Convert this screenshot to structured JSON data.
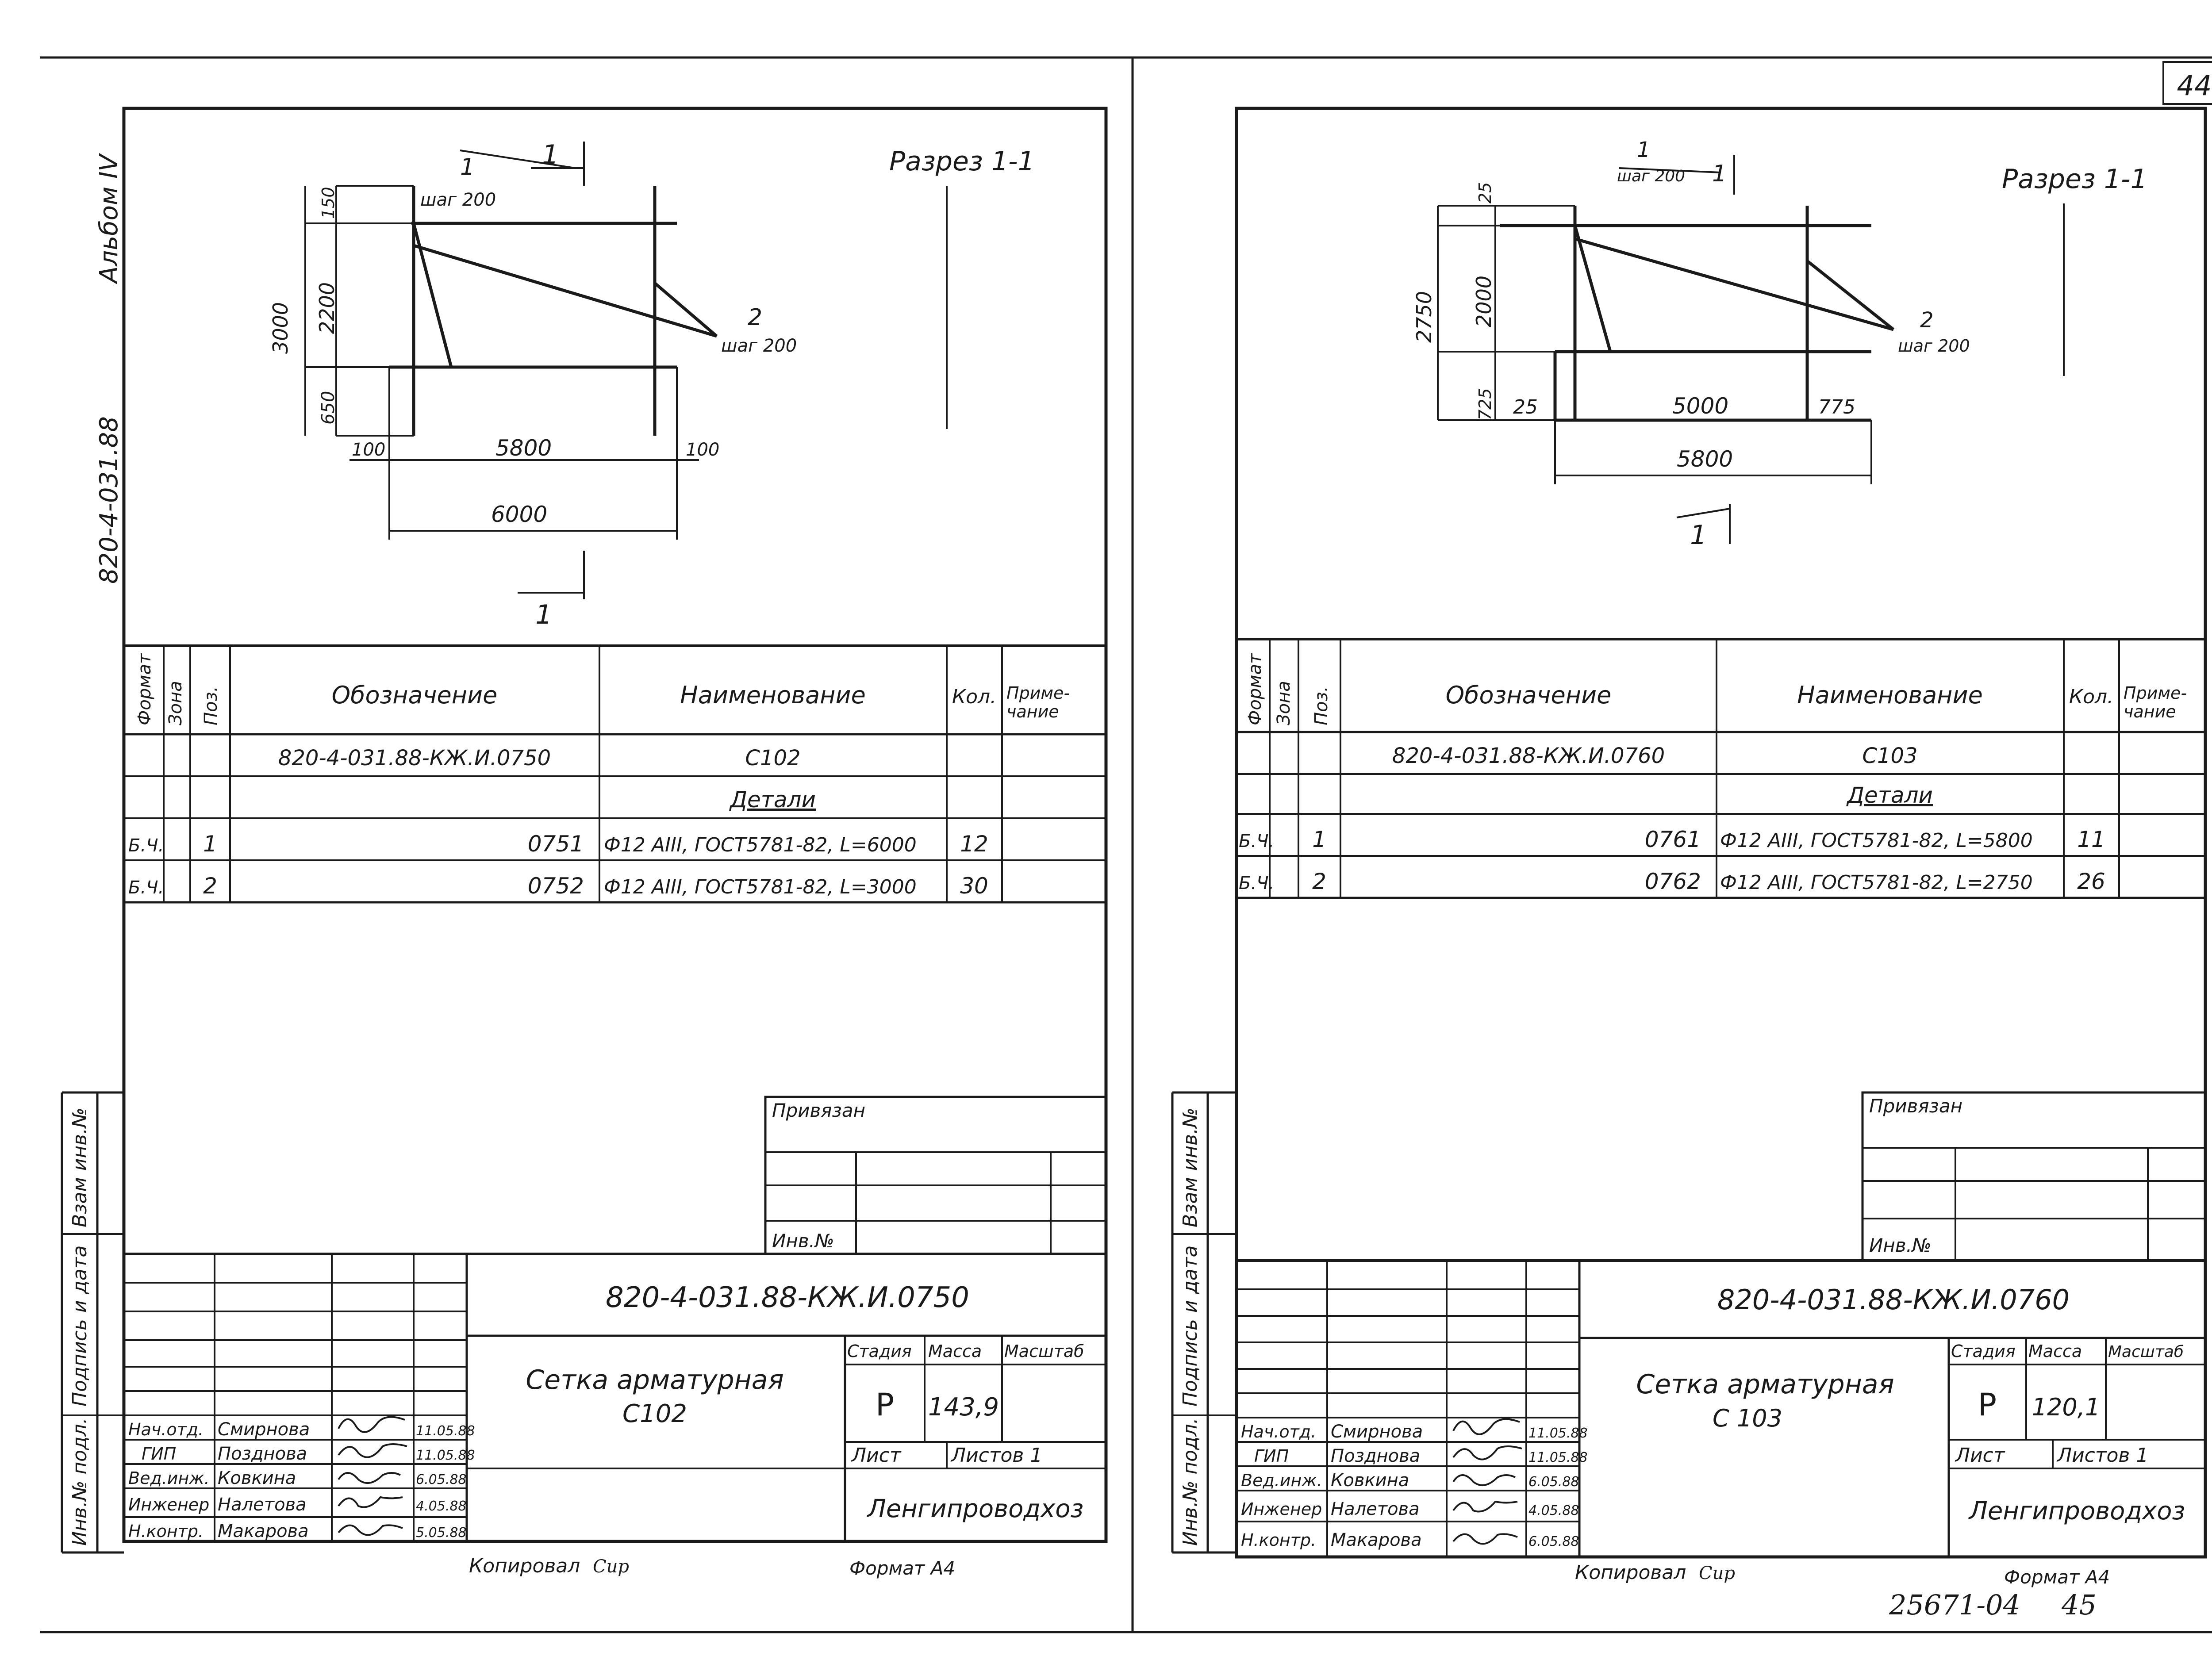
{
  "page": {
    "sheet_number": "44",
    "copied_by": "Копировал",
    "copied_sign": "Сир",
    "format": "Формат А4",
    "archive_code": "25671-04",
    "archive_page": "45",
    "album_label": "Альбом IV",
    "series_label": "820-4-031.88"
  },
  "spec_headers": {
    "format": "Формат",
    "zone": "Зона",
    "pos": "Поз.",
    "designation": "Обозначение",
    "name": "Наименование",
    "qty": "Кол.",
    "note": "Приме-\nчание"
  },
  "side_stamp": {
    "inv_no_orig": "Инв.№ подл.",
    "sign_date": "Подпись и дата",
    "vzam_inv": "Взам инв.№"
  },
  "stamp_roles": [
    "Нач.отд.",
    "ГИП",
    "Вед.инж.",
    "Инженер",
    "Н.контр."
  ],
  "stamp_labels": {
    "privyazan": "Привязан",
    "inv_no": "Инв.№",
    "stage": "Стадия",
    "mass": "Масса",
    "scale": "Масштаб",
    "sheet": "Лист",
    "sheets": "Листов 1",
    "org": "Ленгипроводхоз"
  },
  "sheets": [
    {
      "section_title": "Разрез 1-1",
      "section_mark": "1",
      "dims": {
        "v_total": "3000",
        "v_top": "150",
        "v_mid": "2200",
        "v_bot": "650",
        "h_left": "100",
        "h_mid": "5800",
        "h_right": "100",
        "h_total": "6000"
      },
      "callouts": [
        {
          "pos": "1",
          "step": "шаг 200"
        },
        {
          "pos": "2",
          "step": "шаг 200"
        }
      ],
      "spec_rows": [
        {
          "fmt": "",
          "zone": "",
          "pos": "",
          "designation": "820-4-031.88-КЖ.И.0750",
          "name": "С102",
          "qty": "",
          "note": ""
        },
        {
          "fmt": "",
          "zone": "",
          "pos": "",
          "designation": "",
          "name": "Детали",
          "qty": "",
          "note": ""
        },
        {
          "fmt": "Б.Ч.",
          "zone": "",
          "pos": "1",
          "designation": "0751",
          "name": "Ф12 АIII, ГОСТ5781-82, L=6000",
          "qty": "12",
          "note": ""
        },
        {
          "fmt": "Б.Ч.",
          "zone": "",
          "pos": "2",
          "designation": "0752",
          "name": "Ф12 АIII, ГОСТ5781-82, L=3000",
          "qty": "30",
          "note": ""
        }
      ],
      "doc_code": "820-4-031.88-КЖ.И.0750",
      "title": "Сетка арматурная",
      "mark": "С102",
      "stage": "Р",
      "mass": "143,9",
      "names": [
        "Смирнова",
        "Позднова",
        "Ковкина",
        "Налетова",
        "Макарова"
      ],
      "dates": [
        "11.05.88",
        "11.05.88",
        "6.05.88",
        "4.05.88",
        "5.05.88"
      ]
    },
    {
      "section_title": "Разрез 1-1",
      "section_mark": "1",
      "dims": {
        "v_total": "2750",
        "v_top": "25",
        "v_mid": "2000",
        "v_bot": "725",
        "h_left": "25",
        "h_mid": "5000",
        "h_right": "775",
        "h_total": "5800"
      },
      "callouts": [
        {
          "pos": "1",
          "step": "шаг 200"
        },
        {
          "pos": "2",
          "step": "шаг 200"
        }
      ],
      "spec_rows": [
        {
          "fmt": "",
          "zone": "",
          "pos": "",
          "designation": "820-4-031.88-КЖ.И.0760",
          "name": "С103",
          "qty": "",
          "note": ""
        },
        {
          "fmt": "",
          "zone": "",
          "pos": "",
          "designation": "",
          "name": "Детали",
          "qty": "",
          "note": ""
        },
        {
          "fmt": "Б.Ч.",
          "zone": "",
          "pos": "1",
          "designation": "0761",
          "name": "Ф12 АIII, ГОСТ5781-82, L=5800",
          "qty": "11",
          "note": ""
        },
        {
          "fmt": "Б.Ч.",
          "zone": "",
          "pos": "2",
          "designation": "0762",
          "name": "Ф12 АIII, ГОСТ5781-82, L=2750",
          "qty": "26",
          "note": ""
        }
      ],
      "doc_code": "820-4-031.88-КЖ.И.0760",
      "title": "Сетка арматурная",
      "mark": "С 103",
      "stage": "Р",
      "mass": "120,1",
      "names": [
        "Смирнова",
        "Позднова",
        "Ковкина",
        "Налетова",
        "Макарова"
      ],
      "dates": [
        "11.05.88",
        "11.05.88",
        "6.05.88",
        "4.05.88",
        "6.05.88"
      ]
    }
  ]
}
